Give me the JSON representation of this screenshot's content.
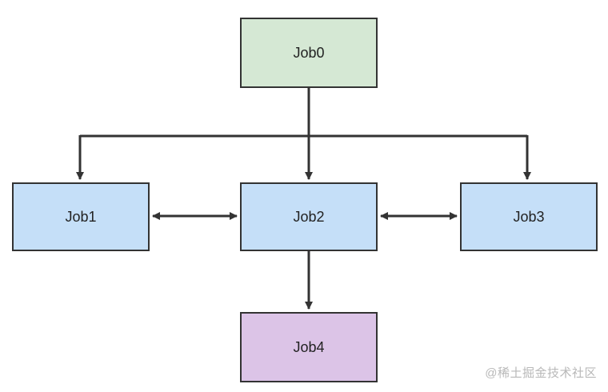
{
  "nodes": [
    {
      "id": "job0",
      "label": "Job0",
      "fill": "#d5e8d4"
    },
    {
      "id": "job1",
      "label": "Job1",
      "fill": "#c5dff8"
    },
    {
      "id": "job2",
      "label": "Job2",
      "fill": "#c5dff8"
    },
    {
      "id": "job3",
      "label": "Job3",
      "fill": "#c5dff8"
    },
    {
      "id": "job4",
      "label": "Job4",
      "fill": "#dcc4e7"
    }
  ],
  "edges": [
    {
      "from": "job0",
      "to": "job1",
      "direction": "forward"
    },
    {
      "from": "job0",
      "to": "job2",
      "direction": "forward"
    },
    {
      "from": "job0",
      "to": "job3",
      "direction": "forward"
    },
    {
      "from": "job1",
      "to": "job2",
      "direction": "both"
    },
    {
      "from": "job2",
      "to": "job3",
      "direction": "both"
    },
    {
      "from": "job2",
      "to": "job4",
      "direction": "forward"
    }
  ],
  "colors": {
    "stroke": "#333333",
    "watermark": "#b8b8b8"
  },
  "watermark": {
    "text": "@稀土掘金技术社区"
  }
}
